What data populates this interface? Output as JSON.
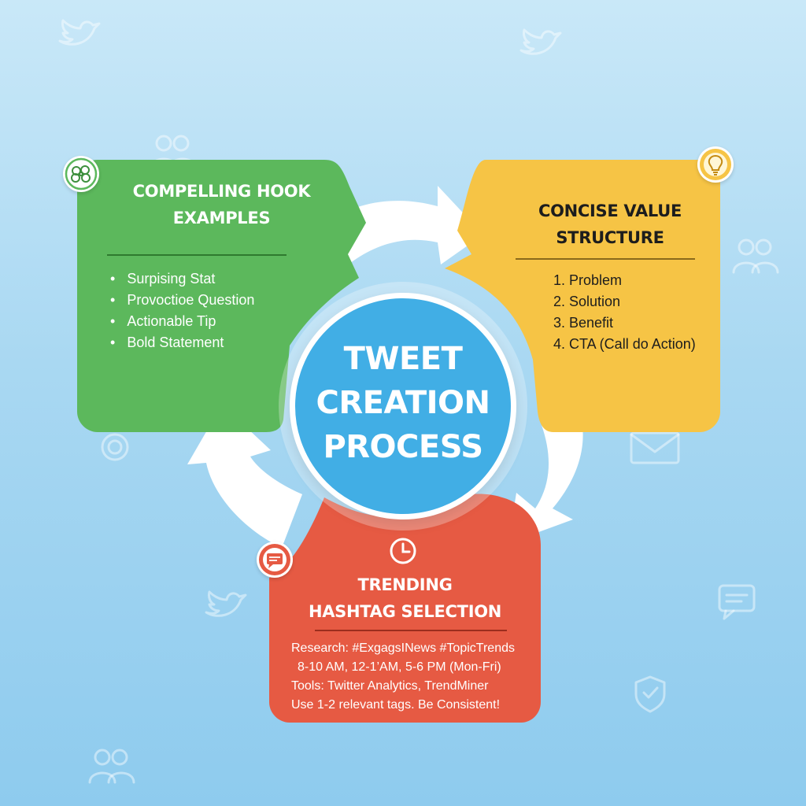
{
  "center": {
    "lines": [
      "TWEET",
      "CREATION",
      "PROCESS"
    ]
  },
  "cards": {
    "hook": {
      "title_lines": [
        "COMPELLING HOOK",
        "EXAMPLES"
      ],
      "items": [
        "Surpising Stat",
        "Provoctioe Question",
        "Actionable Tip",
        "Bold Statement"
      ],
      "color": "#5cb85c"
    },
    "value": {
      "title_lines": [
        "CONCISE VALUE",
        "STRUCTURE"
      ],
      "items": [
        "1. Problem",
        "2. Solution",
        "3. Benefit",
        "4. CTA (Call do Action)"
      ],
      "color": "#f6c445"
    },
    "hashtag": {
      "title_lines": [
        "TRENDING",
        "HASHTAG SELECTION"
      ],
      "items": [
        "Research: #ExgagsINews #TopicTrends",
        "8-10 AM, 12-1’AM, 5-6 PM (Mon-Fri)",
        "Tools: Twitter Analytics, TrendMiner",
        "Use 1-2 relevant tags. Be Consistent!"
      ],
      "color": "#e65a43"
    }
  },
  "icons": {
    "hook_badge": "brain-icon",
    "value_badge": "lightbulb-icon",
    "hashtag_badge": "clock-icon",
    "chat_badge": "chat-bubble-icon"
  },
  "colors": {
    "background": "#a9d8f2",
    "center_circle": "#41aee5",
    "arrow": "#ffffff"
  }
}
